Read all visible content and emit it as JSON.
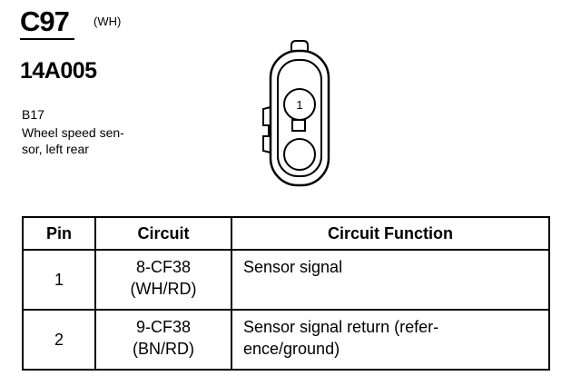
{
  "header": {
    "connector_id": "C97",
    "color_code": "(WH)",
    "part_number": "14A005"
  },
  "component": {
    "code": "B17",
    "description": "Wheel speed sen-\nsor, left rear"
  },
  "connector_face": {
    "pin_label": "1"
  },
  "table": {
    "headers": {
      "pin": "Pin",
      "circuit": "Circuit",
      "function": "Circuit Function"
    },
    "rows": [
      {
        "pin": "1",
        "circuit_line1": "8-CF38",
        "circuit_line2": "(WH/RD)",
        "function": "Sensor signal"
      },
      {
        "pin": "2",
        "circuit_line1": "9-CF38",
        "circuit_line2": "(BN/RD)",
        "function": "Sensor signal return (refer-\nence/ground)"
      }
    ]
  }
}
